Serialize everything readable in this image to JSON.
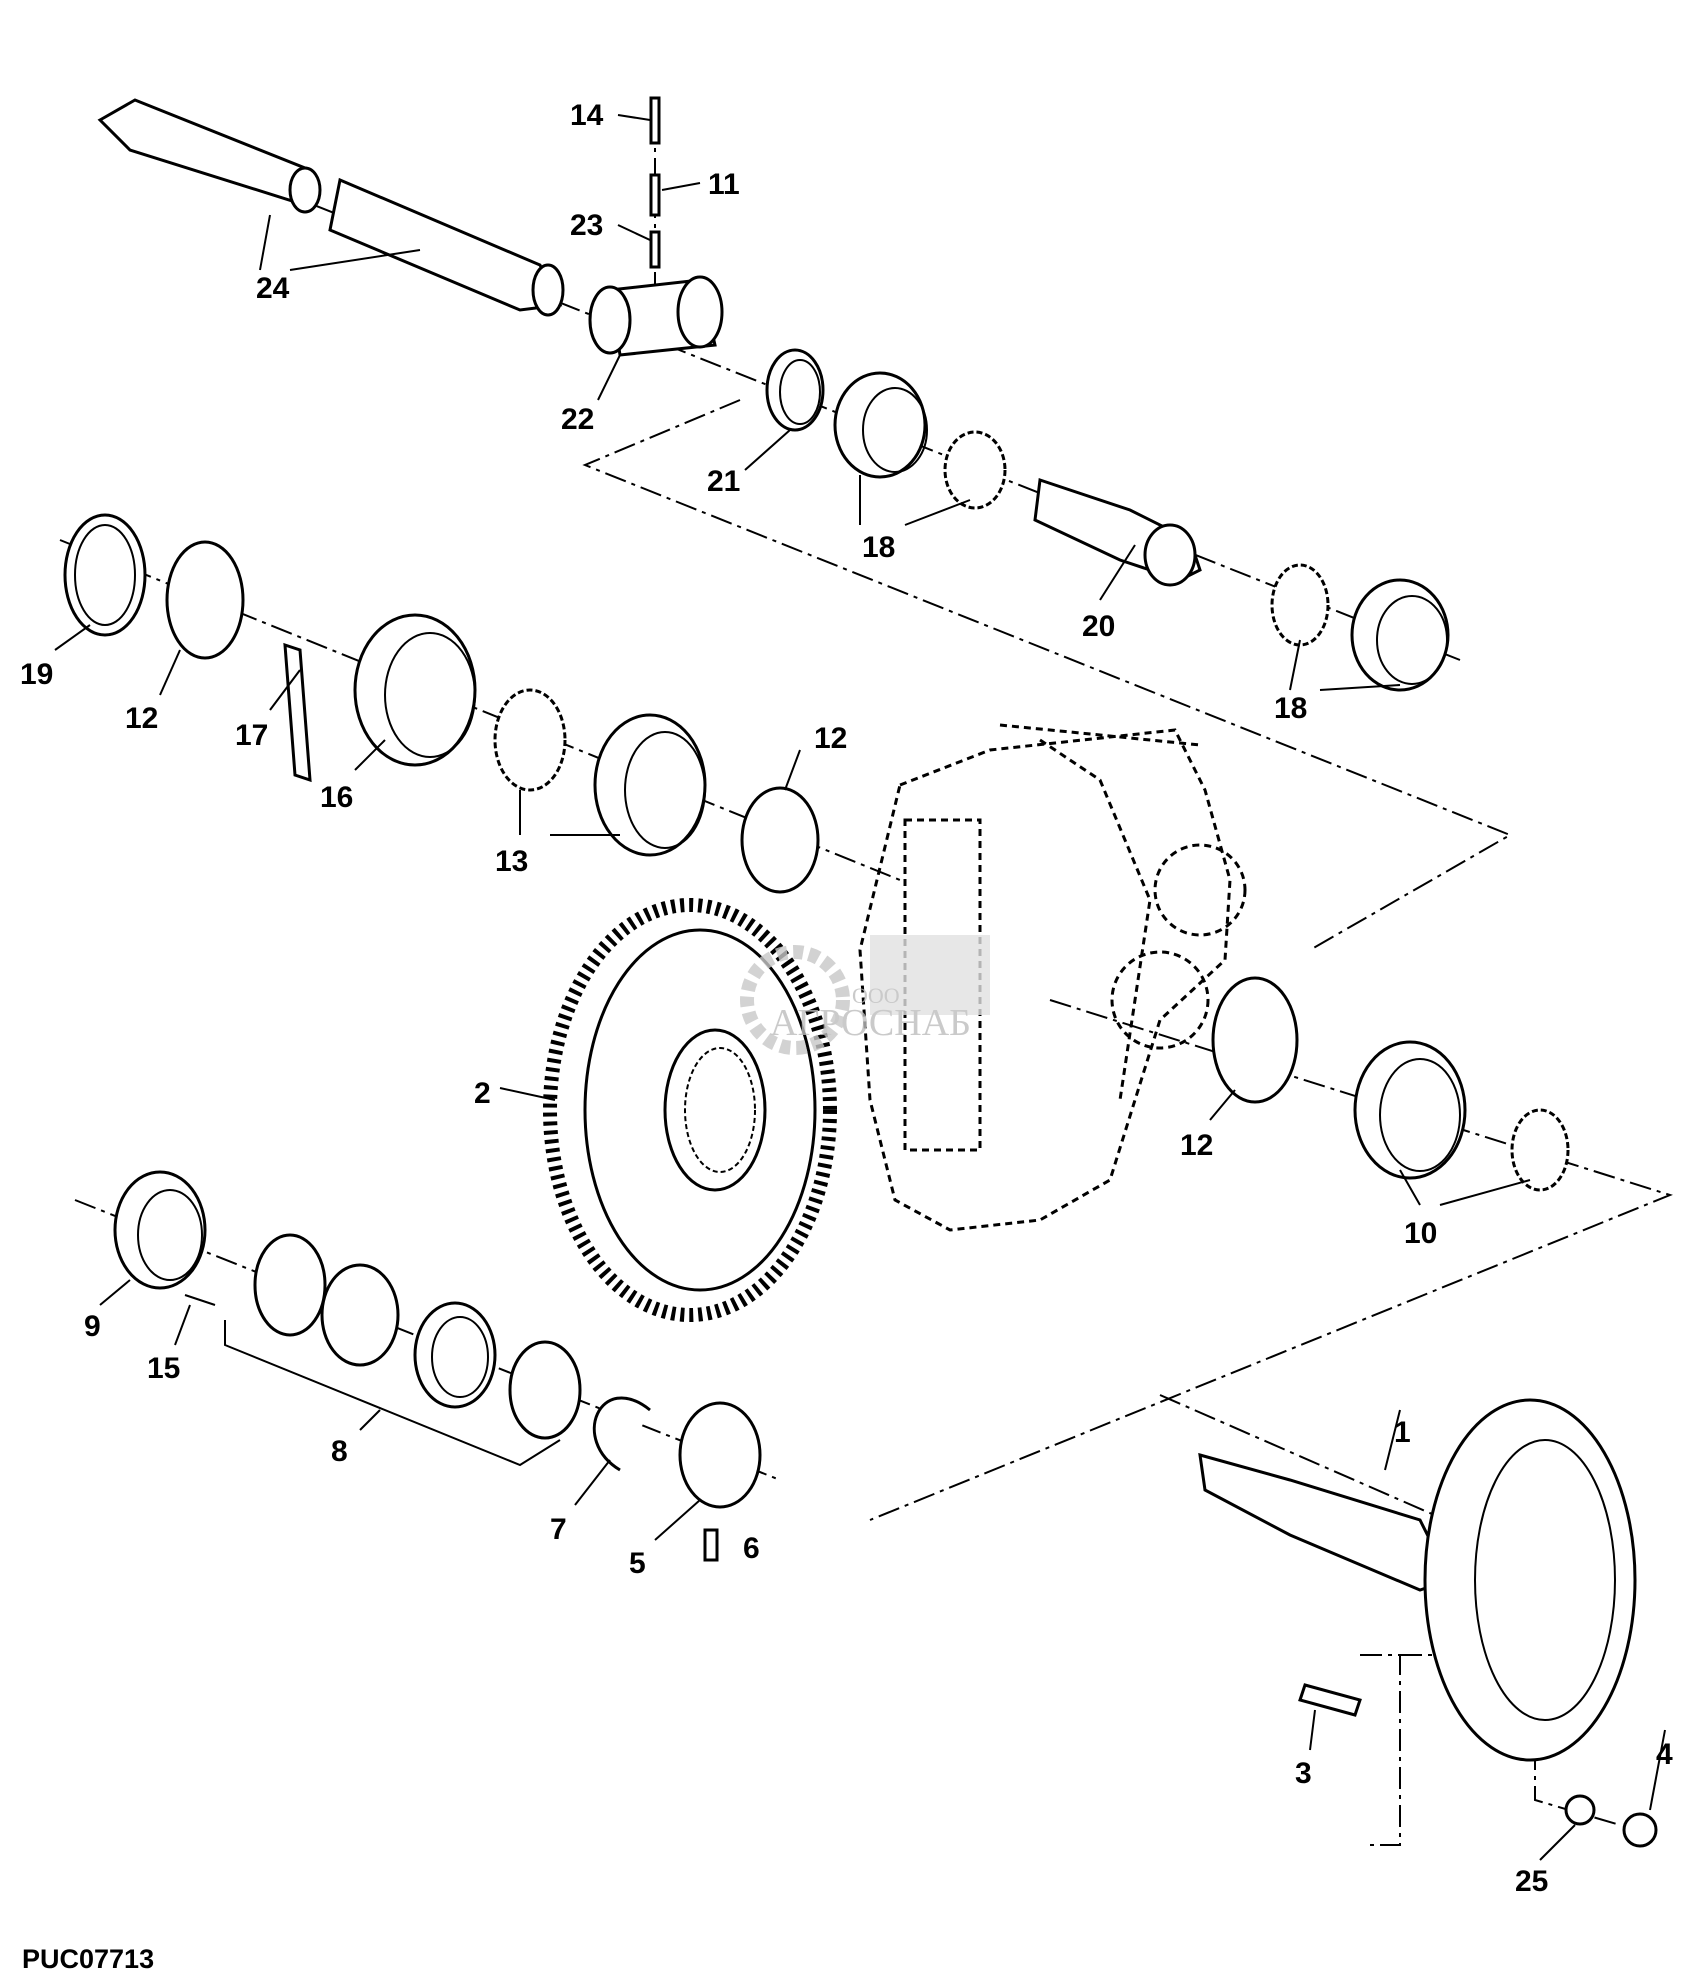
{
  "diagram": {
    "code": "PUC07713",
    "watermark": {
      "prefix": "ООО",
      "name": "АГРОСНАБ"
    },
    "callouts": {
      "c14": "14",
      "c11": "11",
      "c23": "23",
      "c24": "24",
      "c22": "22",
      "c21": "21",
      "c18a": "18",
      "c20": "20",
      "c18b": "18",
      "c19": "19",
      "c12a": "12",
      "c17": "17",
      "c16": "16",
      "c13": "13",
      "c12b": "12",
      "c2": "2",
      "c12c": "12",
      "c10": "10",
      "c9": "9",
      "c15": "15",
      "c8": "8",
      "c7": "7",
      "c5": "5",
      "c6": "6",
      "c1": "1",
      "c3": "3",
      "c4": "4",
      "c25": "25"
    }
  }
}
